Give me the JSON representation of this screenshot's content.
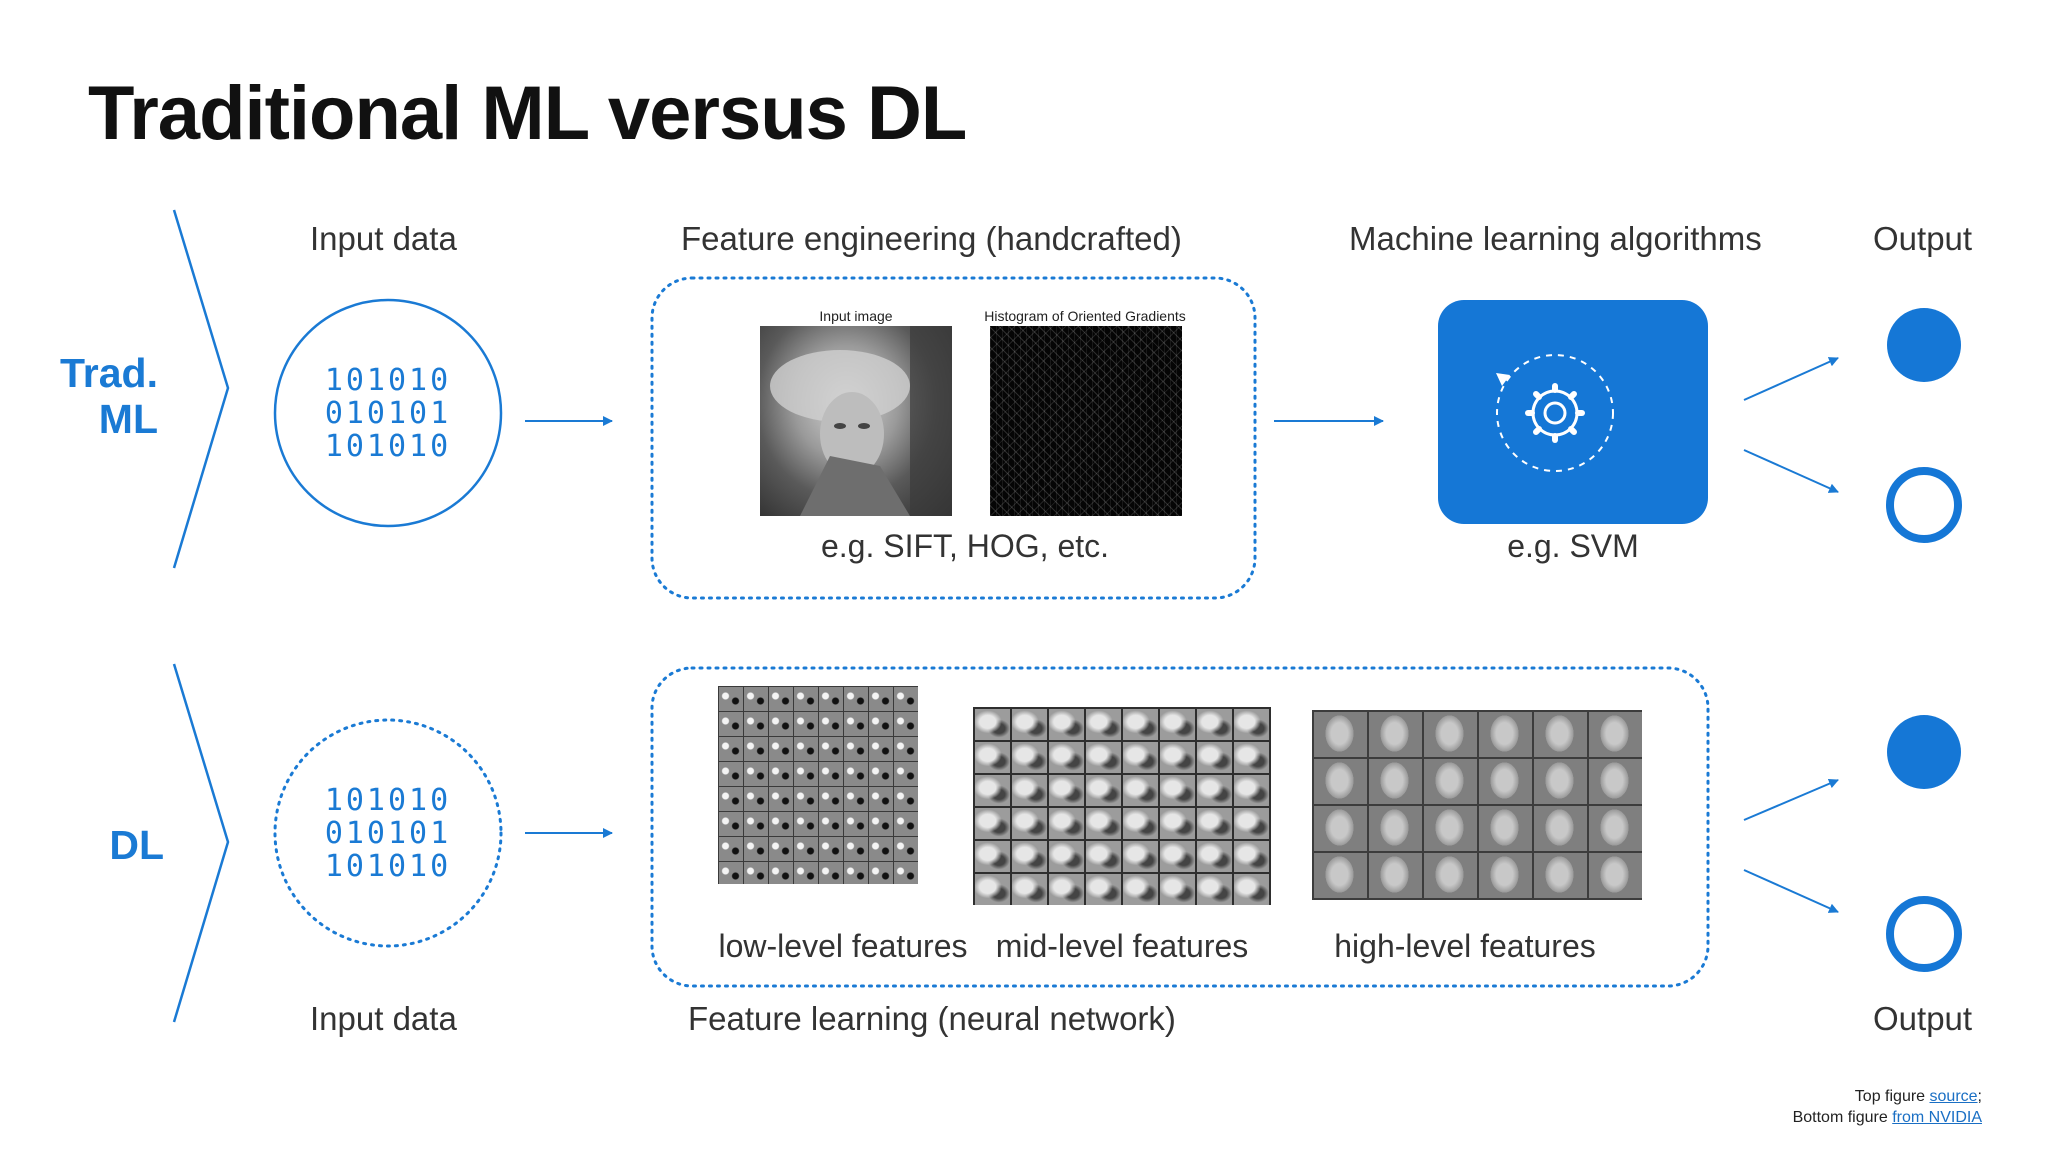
{
  "title": "Traditional ML versus DL",
  "colors": {
    "accent": "#1a7ad4",
    "text": "#333333"
  },
  "top_row": {
    "label_line1": "Trad.",
    "label_line2": "ML",
    "input_header": "Input data",
    "feature_header": "Feature engineering (handcrafted)",
    "ml_header": "Machine learning algorithms",
    "output_header": "Output",
    "bits": [
      "101010",
      "010101",
      "101010"
    ],
    "input_image_caption": "Input image",
    "hog_caption": "Histogram of Oriented Gradients",
    "feature_example": "e.g. SIFT, HOG, etc.",
    "ml_example": "e.g. SVM",
    "ml_icon": "gear-cycle-icon"
  },
  "bottom_row": {
    "label": "DL",
    "input_footer": "Input data",
    "feature_footer": "Feature learning (neural network)",
    "output_footer": "Output",
    "bits": [
      "101010",
      "010101",
      "101010"
    ],
    "low_caption": "low-level features",
    "mid_caption": "mid-level features",
    "high_caption": "high-level features"
  },
  "credits": {
    "line1_prefix": "Top figure ",
    "line1_link": "source",
    "line1_suffix": ";",
    "line2_prefix": "Bottom figure ",
    "line2_link": "from NVIDIA"
  }
}
